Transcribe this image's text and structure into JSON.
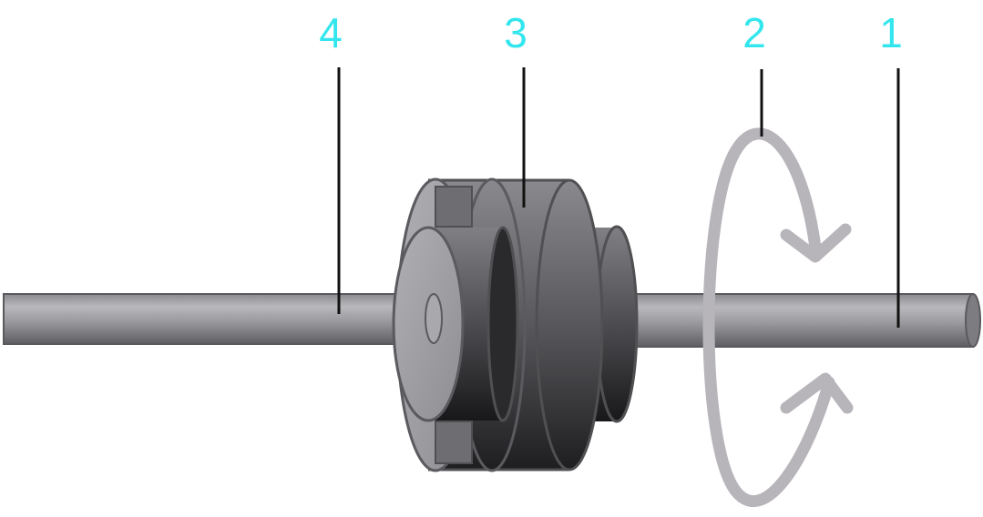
{
  "callouts": [
    {
      "id": "1",
      "label": "1"
    },
    {
      "id": "2",
      "label": "2"
    },
    {
      "id": "3",
      "label": "3"
    },
    {
      "id": "4",
      "label": "4"
    }
  ],
  "colors": {
    "callout_text": "#33e6ee",
    "leader_line": "#111111",
    "rotation_arrow": "#b7b5ba"
  }
}
